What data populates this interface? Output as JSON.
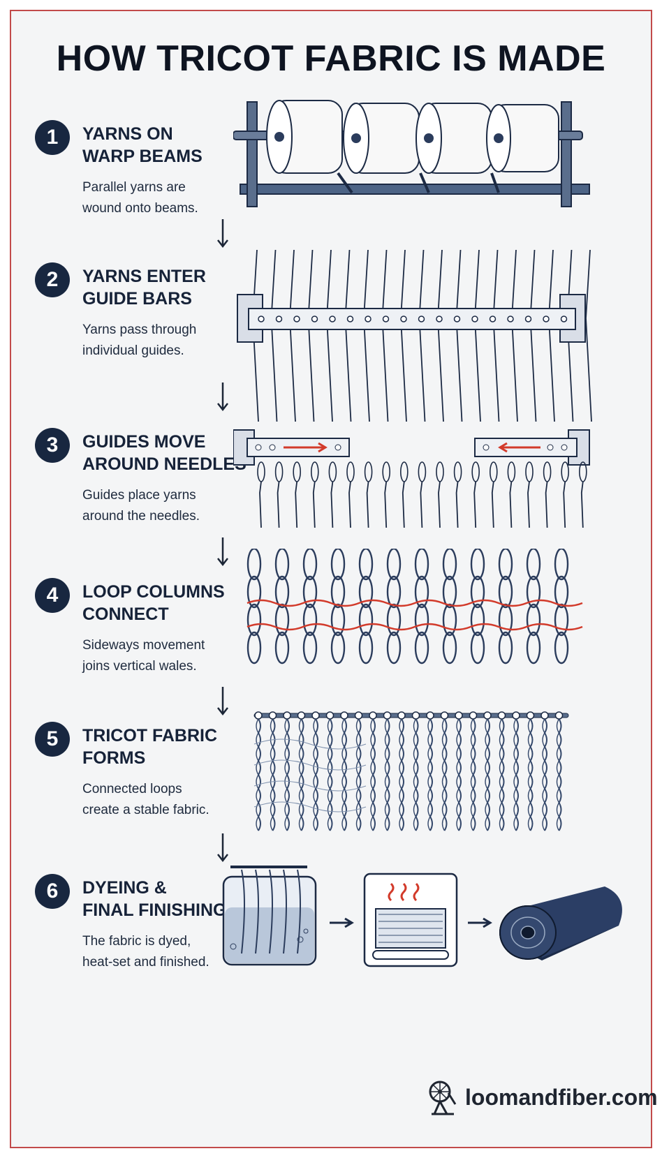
{
  "title": "HOW TRICOT FABRIC IS MADE",
  "steps": [
    {
      "number": "1",
      "heading": "YARNS ON\nWARP BEAMS",
      "description": "Parallel yarns are\nwound onto beams."
    },
    {
      "number": "2",
      "heading": "YARNS ENTER\nGUIDE BARS",
      "description": "Yarns pass through\nindividual guides."
    },
    {
      "number": "3",
      "heading": "GUIDES MOVE\nAROUND NEEDLES",
      "description": "Guides place yarns\naround the needles."
    },
    {
      "number": "4",
      "heading": "LOOP COLUMNS\nCONNECT",
      "description": "Sideways movement\njoins vertical wales."
    },
    {
      "number": "5",
      "heading": "TRICOT FABRIC\nFORMS",
      "description": "Connected loops\ncreate a stable fabric."
    },
    {
      "number": "6",
      "heading": "DYEING &\nFINAL FINISHING",
      "description": "The fabric is dyed,\nheat-set and finished."
    }
  ],
  "brand": {
    "text": "loomandfiber.com",
    "icon": "spinning-wheel-icon"
  },
  "colors": {
    "navy": "#182740",
    "accent_red": "#d23a2a",
    "steel": "#5a6e8c",
    "frame_border": "#c24a4a"
  }
}
